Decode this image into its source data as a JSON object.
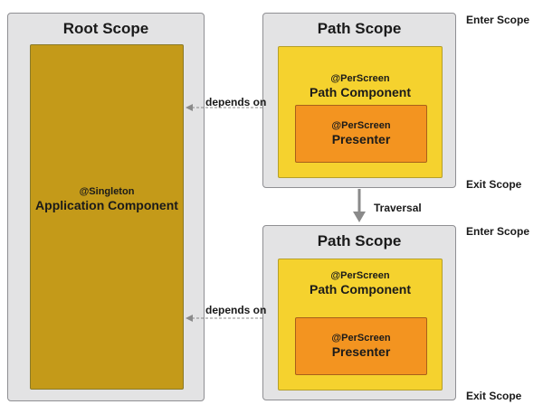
{
  "root_scope": {
    "title": "Root Scope",
    "component": {
      "annotation": "@Singleton",
      "name": "Application Component"
    }
  },
  "path_scopes": [
    {
      "title": "Path Scope",
      "component": {
        "annotation": "@PerScreen",
        "name": "Path Component"
      },
      "presenter": {
        "annotation": "@PerScreen",
        "name": "Presenter"
      },
      "enter_label": "Enter Scope",
      "exit_label": "Exit Scope",
      "depends_label": "depends on"
    },
    {
      "title": "Path Scope",
      "component": {
        "annotation": "@PerScreen",
        "name": "Path Component"
      },
      "presenter": {
        "annotation": "@PerScreen",
        "name": "Presenter"
      },
      "enter_label": "Enter Scope",
      "exit_label": "Exit Scope",
      "depends_label": "depends on"
    }
  ],
  "traversal_label": "Traversal",
  "colors": {
    "scope_bg": "#e3e3e4",
    "application_component": "#c49a19",
    "path_component": "#f5d22e",
    "presenter": "#f39420",
    "arrow": "#8a8a8a"
  }
}
